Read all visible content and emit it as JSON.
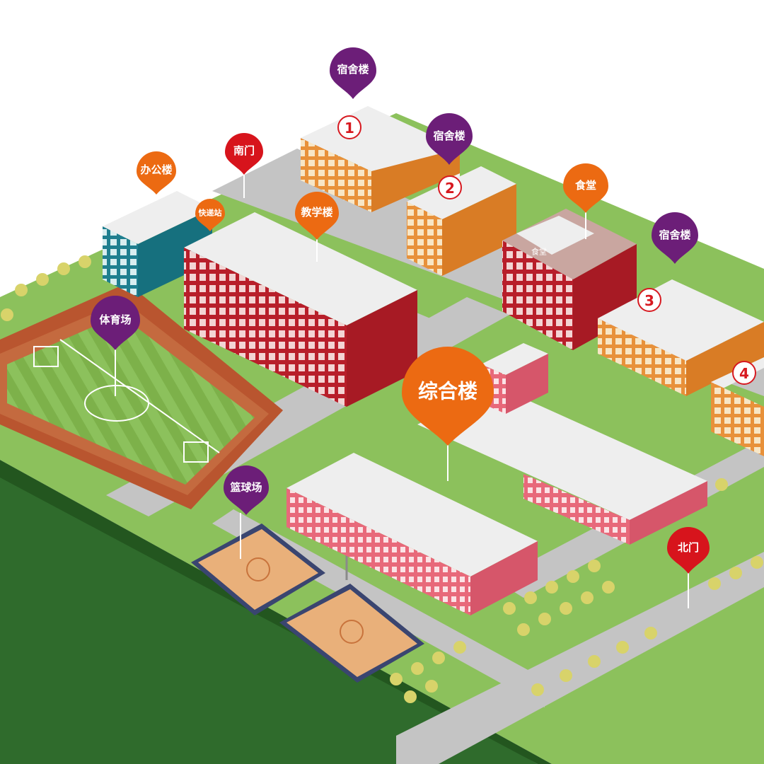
{
  "labels": {
    "dorm_1": "宿舍楼",
    "dorm_2": "宿舍楼",
    "dorm_3": "宿舍楼",
    "south_gate": "南门",
    "office": "办公楼",
    "express": "快递站",
    "teaching": "教学楼",
    "canteen": "食堂",
    "stadium": "体育场",
    "complex": "综合楼",
    "basketball": "篮球场",
    "north_gate": "北门",
    "canteen_sign": "食堂"
  },
  "numbers": {
    "n1": "1",
    "n2": "2",
    "n3": "3",
    "n4": "4"
  },
  "colors": {
    "purple": "#6c1e78",
    "red": "#d7141c",
    "orange": "#ec6a12",
    "grass": "#8cc15c",
    "road": "#bdbdbd",
    "base": "#2f6b2c",
    "crimson": "#c3252f",
    "pink": "#e8697a",
    "orange_bldg": "#e8913a",
    "teal": "#1f7f8f"
  }
}
